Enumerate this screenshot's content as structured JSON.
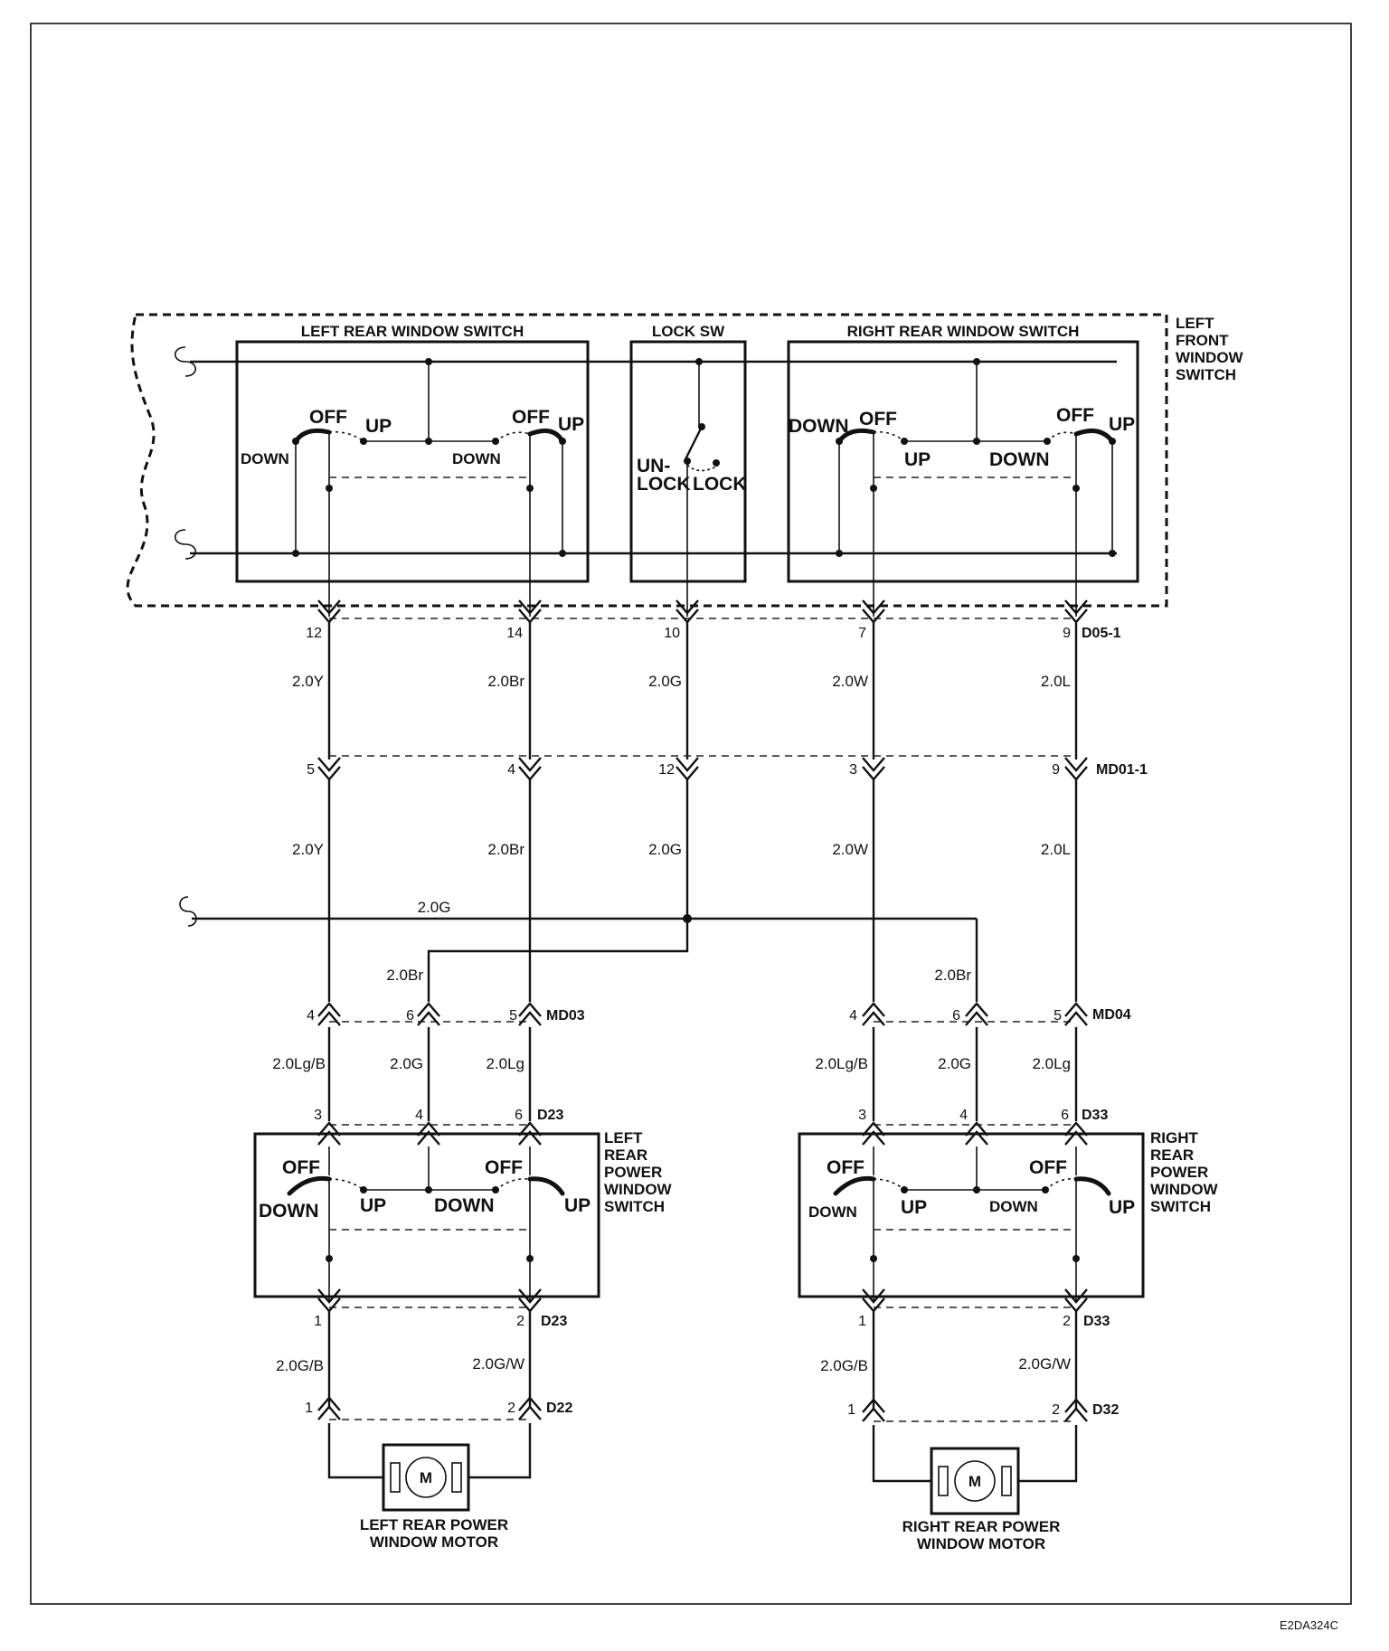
{
  "front_switch": {
    "title_lines": [
      "LEFT",
      "FRONT",
      "WINDOW",
      "SWITCH"
    ],
    "left_rear_block": "LEFT REAR WINDOW SWITCH",
    "lock_block": "LOCK SW",
    "right_rear_block": "RIGHT REAR WINDOW SWITCH",
    "lr_labels": {
      "off1": "OFF",
      "down1": "DOWN",
      "up1": "UP",
      "off2": "OFF",
      "up2": "UP",
      "down2": "DOWN"
    },
    "lock_labels": {
      "un": "UN-",
      "lock_left": "LOCK",
      "lock_right": "LOCK"
    },
    "rr_labels": {
      "down1": "DOWN",
      "off1": "OFF",
      "up1": "UP",
      "down2": "DOWN",
      "off2": "OFF",
      "up2": "UP"
    }
  },
  "connectors": {
    "d05": {
      "name": "D05-1",
      "pins": [
        "12",
        "14",
        "10",
        "7",
        "9"
      ]
    },
    "md01": {
      "name": "MD01-1",
      "pins": [
        "5",
        "4",
        "12",
        "3",
        "9"
      ]
    },
    "md03": {
      "name": "MD03",
      "pins": [
        "4",
        "6",
        "5"
      ]
    },
    "md04": {
      "name": "MD04",
      "pins": [
        "4",
        "6",
        "5"
      ]
    },
    "d23_top": {
      "name": "D23",
      "pins": [
        "3",
        "4",
        "6"
      ]
    },
    "d33_top": {
      "name": "D33",
      "pins": [
        "3",
        "4",
        "6"
      ]
    },
    "d23_bottom": {
      "name": "D23",
      "pins": [
        "1",
        "2"
      ]
    },
    "d33_bottom": {
      "name": "D33",
      "pins": [
        "1",
        "2"
      ]
    },
    "d22": {
      "name": "D22",
      "pins": [
        "1",
        "2"
      ]
    },
    "d32": {
      "name": "D32",
      "pins": [
        "1",
        "2"
      ]
    }
  },
  "wires": {
    "upper": [
      "2.0Y",
      "2.0Br",
      "2.0G",
      "2.0W",
      "2.0L"
    ],
    "middle": [
      "2.0Y",
      "2.0Br",
      "2.0G",
      "2.0W",
      "2.0L"
    ],
    "bus": "2.0G",
    "left_branch": "2.0Br",
    "right_branch": "2.0Br",
    "left_switch_feed": [
      "2.0Lg/B",
      "2.0G",
      "2.0Lg"
    ],
    "right_switch_feed": [
      "2.0Lg/B",
      "2.0G",
      "2.0Lg"
    ],
    "left_motor_feed": [
      "2.0G/B",
      "2.0G/W"
    ],
    "right_motor_feed": [
      "2.0G/B",
      "2.0G/W"
    ]
  },
  "left_rear_switch": {
    "title_lines": [
      "LEFT",
      "REAR",
      "POWER",
      "WINDOW",
      "SWITCH"
    ],
    "labels": {
      "off1": "OFF",
      "down1": "DOWN",
      "up1": "UP",
      "down2": "DOWN",
      "off2": "OFF",
      "up2": "UP"
    }
  },
  "right_rear_switch": {
    "title_lines": [
      "RIGHT",
      "REAR",
      "POWER",
      "WINDOW",
      "SWITCH"
    ],
    "labels": {
      "off1": "OFF",
      "down1": "DOWN",
      "up1": "UP",
      "down2": "DOWN",
      "off2": "OFF",
      "up2": "UP"
    }
  },
  "left_motor": {
    "symbol": "M",
    "caption_lines": [
      "LEFT REAR POWER",
      "WINDOW MOTOR"
    ]
  },
  "right_motor": {
    "symbol": "M",
    "caption_lines": [
      "RIGHT REAR POWER",
      "WINDOW MOTOR"
    ]
  },
  "figure_code": "E2DA324C"
}
